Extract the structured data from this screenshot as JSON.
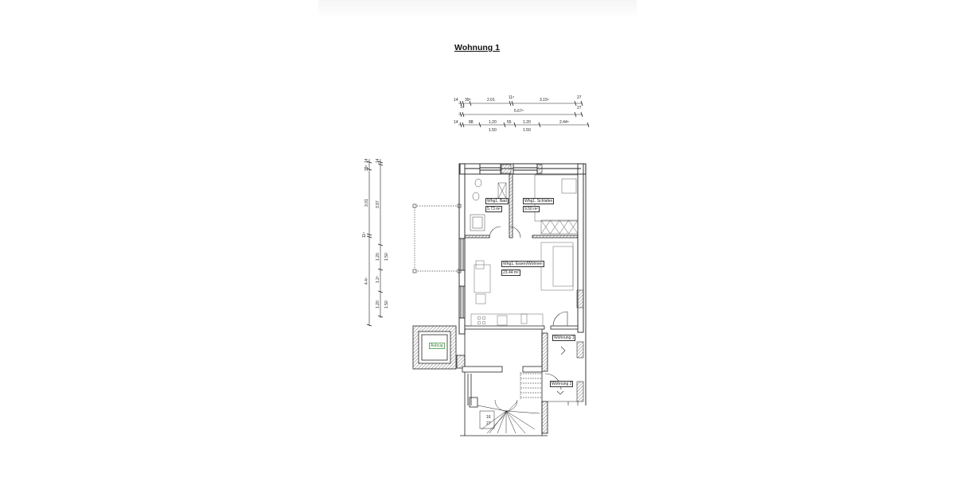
{
  "title": "Wohnung 1",
  "dimensions_top": {
    "row1": [
      "14",
      "39⁵",
      "2.01",
      "11⁵",
      "3.15⁵",
      "27"
    ],
    "row2": [
      "14",
      "5.67⁵",
      "27"
    ],
    "row3": [
      "14",
      "88",
      "1.20",
      "55",
      "1.20",
      "2.44⁵"
    ],
    "row3_sub": [
      "1.50",
      "1.50"
    ]
  },
  "dimensions_left": {
    "col1": [
      "14",
      "39⁵",
      "3.01",
      "11⁵",
      "4.4⁵"
    ],
    "col2": [
      "14",
      "3.97",
      "1.20",
      "1.2⁵",
      "1.20"
    ],
    "col3": [
      "1.50",
      "1.50"
    ]
  },
  "rooms": [
    {
      "name": "Whg1. Bad",
      "area": "5.73 m²"
    },
    {
      "name": "Whg1. Schlafen",
      "area": "9.50 m²"
    },
    {
      "name": "Whg1. Essen/Wohnen",
      "area": "23.44 m²"
    }
  ],
  "labels": {
    "elevator": "Aufzug",
    "unit1": "Wohnung 1",
    "unit2": "Wohnung 2",
    "stairs_rise": "16",
    "stairs_run": "27"
  },
  "colors": {
    "line": "#222222",
    "hatch": "#555555",
    "elevator_label": "#3a7a3a"
  }
}
